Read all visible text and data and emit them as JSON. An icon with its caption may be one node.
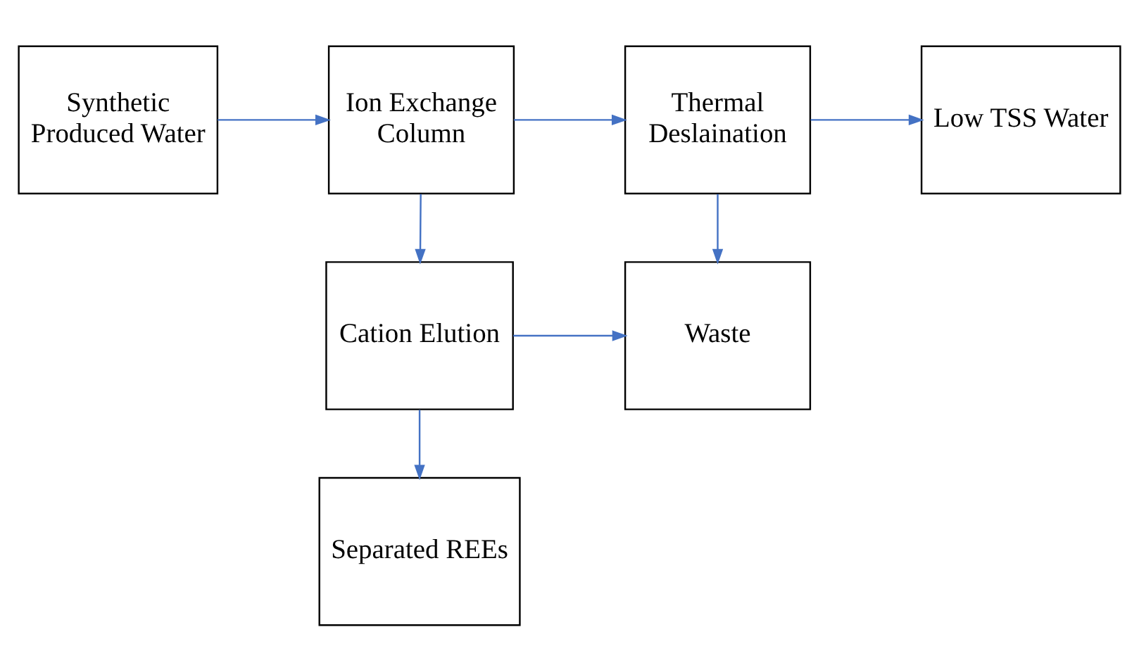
{
  "diagram": {
    "nodes": [
      {
        "text": [
          "Synthetic Produced Water"
        ]
      },
      {
        "text": [
          "Ion Exchange Column"
        ]
      },
      {
        "text": [
          "Thermal Deslaination"
        ]
      },
      {
        "text": [
          "Low TSS Water"
        ]
      },
      {
        "text": [
          "Cation Elution"
        ]
      },
      {
        "text": [
          "Waste"
        ]
      },
      {
        "text": [
          "Separated REEs"
        ]
      }
    ],
    "edges": [
      {
        "from": 0,
        "to": 1,
        "arrow": "to"
      },
      {
        "from": 1,
        "to": 2,
        "arrow": "to"
      },
      {
        "from": 2,
        "to": 3,
        "arrow": "to"
      },
      {
        "from": 1,
        "to": 4,
        "arrow": "to"
      },
      {
        "from": 2,
        "to": 5,
        "arrow": "to"
      },
      {
        "from": 4,
        "to": 5,
        "arrow": "to"
      },
      {
        "from": 4,
        "to": 6,
        "arrow": "to"
      }
    ]
  }
}
